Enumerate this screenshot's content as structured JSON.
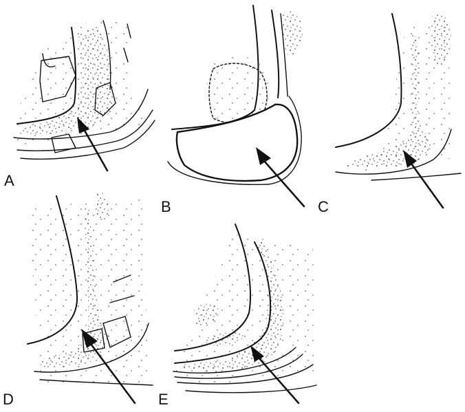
{
  "panels": [
    {
      "id": "A",
      "label": "A"
    },
    {
      "id": "B",
      "label": "B"
    },
    {
      "id": "C",
      "label": "C"
    },
    {
      "id": "D",
      "label": "D"
    },
    {
      "id": "E",
      "label": "E"
    }
  ],
  "style": {
    "ink_color": "#111111",
    "background_color": "#ffffff",
    "stipple_color": "#222222"
  }
}
